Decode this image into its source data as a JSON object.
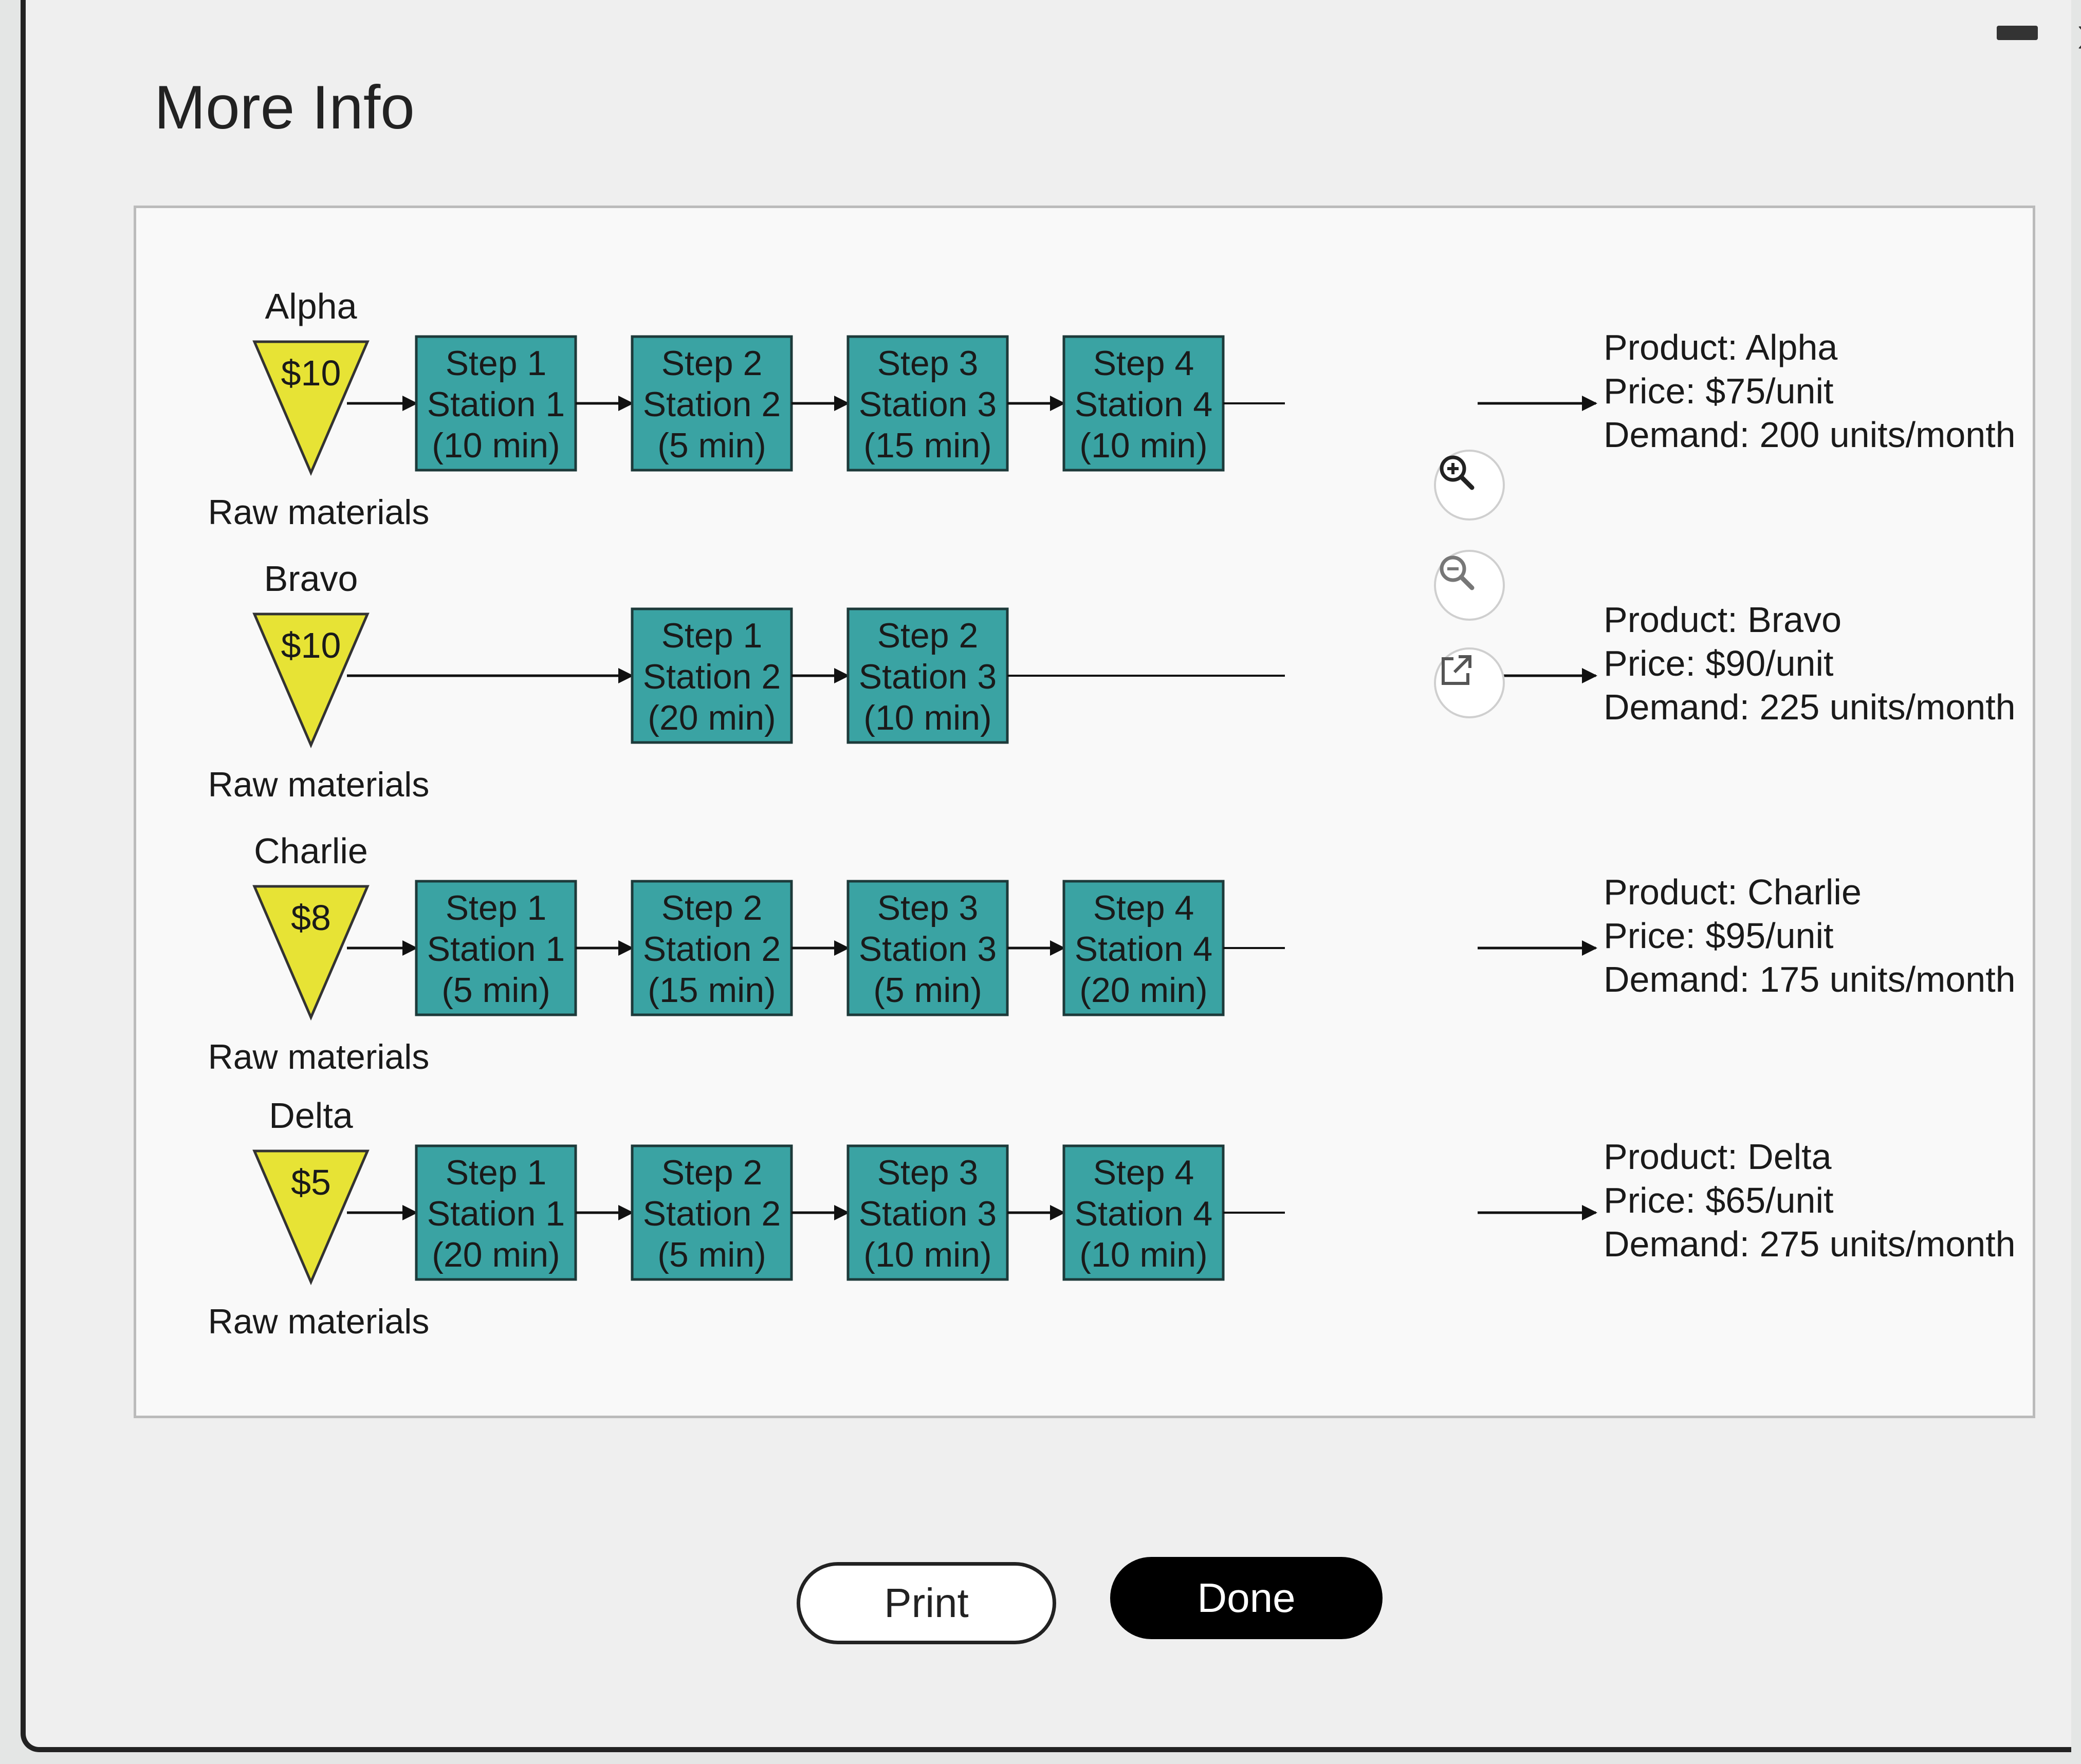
{
  "dialog": {
    "title": "More Info",
    "buttons": {
      "print": "Print",
      "done": "Done"
    }
  },
  "colors": {
    "station": "#3aa3a3",
    "raw": "#e7e335"
  },
  "tools": [
    "zoom-in-icon",
    "zoom-out-icon",
    "popout-icon"
  ],
  "products": [
    {
      "name": "Alpha",
      "cost": "$10",
      "raw_label": "Raw materials",
      "steps": [
        {
          "step": "Step 1",
          "station": "Station 1",
          "time": "(10 min)"
        },
        {
          "step": "Step 2",
          "station": "Station 2",
          "time": "(5 min)"
        },
        {
          "step": "Step 3",
          "station": "Station 3",
          "time": "(15 min)"
        },
        {
          "step": "Step 4",
          "station": "Station 4",
          "time": "(10 min)"
        }
      ],
      "info": [
        "Product: Alpha",
        "Price: $75/unit",
        "Demand: 200 units/month"
      ]
    },
    {
      "name": "Bravo",
      "cost": "$10",
      "raw_label": "Raw materials",
      "steps": [
        {
          "step": "Step 1",
          "station": "Station 2",
          "time": "(20 min)"
        },
        {
          "step": "Step 2",
          "station": "Station 3",
          "time": "(10 min)"
        }
      ],
      "info": [
        "Product: Bravo",
        "Price: $90/unit",
        "Demand: 225 units/month"
      ]
    },
    {
      "name": "Charlie",
      "cost": "$8",
      "raw_label": "Raw materials",
      "steps": [
        {
          "step": "Step 1",
          "station": "Station 1",
          "time": "(5 min)"
        },
        {
          "step": "Step 2",
          "station": "Station 2",
          "time": "(15 min)"
        },
        {
          "step": "Step 3",
          "station": "Station 3",
          "time": "(5 min)"
        },
        {
          "step": "Step 4",
          "station": "Station 4",
          "time": "(20 min)"
        }
      ],
      "info": [
        "Product: Charlie",
        "Price: $95/unit",
        "Demand: 175 units/month"
      ]
    },
    {
      "name": "Delta",
      "cost": "$5",
      "raw_label": "Raw materials",
      "steps": [
        {
          "step": "Step 1",
          "station": "Station 1",
          "time": "(20 min)"
        },
        {
          "step": "Step 2",
          "station": "Station 2",
          "time": "(5 min)"
        },
        {
          "step": "Step 3",
          "station": "Station 3",
          "time": "(10 min)"
        },
        {
          "step": "Step 4",
          "station": "Station 4",
          "time": "(10 min)"
        }
      ],
      "info": [
        "Product: Delta",
        "Price: $65/unit",
        "Demand: 275 units/month"
      ]
    }
  ]
}
